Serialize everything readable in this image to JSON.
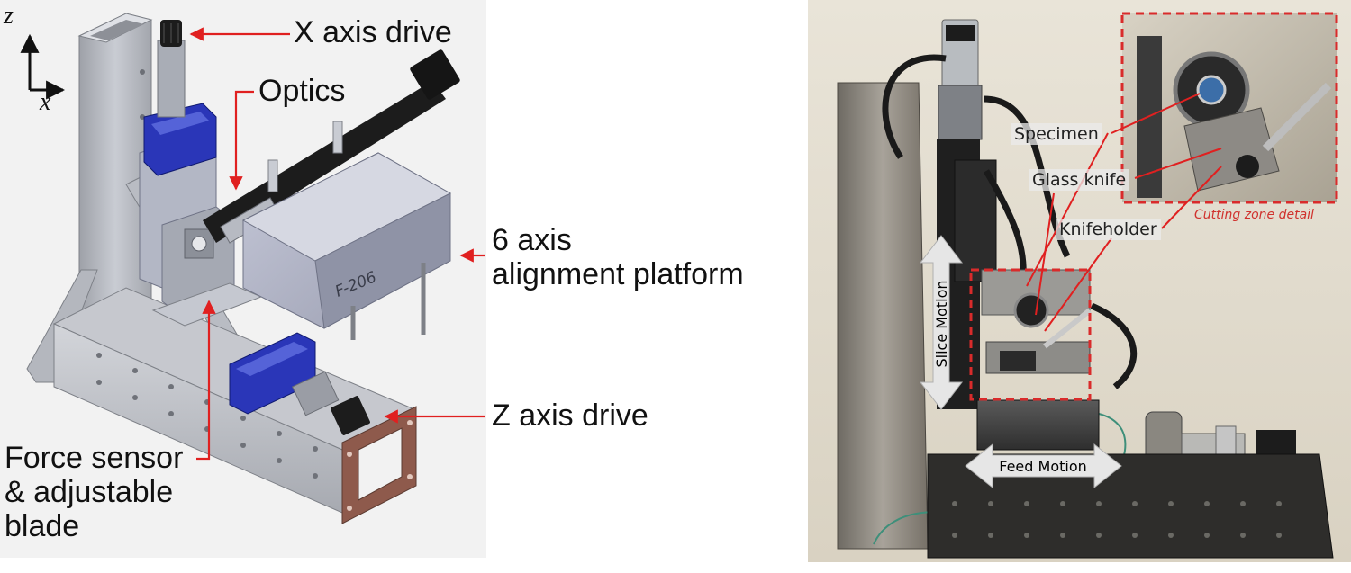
{
  "left_panel": {
    "axes": {
      "z": "z",
      "x": "x"
    },
    "labels": {
      "x_axis_drive": "X axis drive",
      "optics": "Optics",
      "alignment_line1": "6 axis",
      "alignment_line2": "alignment platform",
      "z_axis_drive": "Z axis drive",
      "force_line1": "Force sensor",
      "force_line2": "& adjustable",
      "force_line3": "blade"
    },
    "platform_marking": "F-206"
  },
  "right_panel": {
    "labels": {
      "specimen": "Specimen",
      "glass_knife": "Glass knife",
      "knifeholder": "Knifeholder",
      "slice_motion": "Slice Motion",
      "feed_motion": "Feed Motion",
      "cutting_zone_detail": "Cutting zone detail"
    }
  },
  "colors": {
    "leader_red": "#e02020",
    "detail_frame": "#d92b2b",
    "machine_gray": "#b9bcc4",
    "drive_blue": "#2a36b8",
    "motor_black": "#1c1c1c"
  }
}
